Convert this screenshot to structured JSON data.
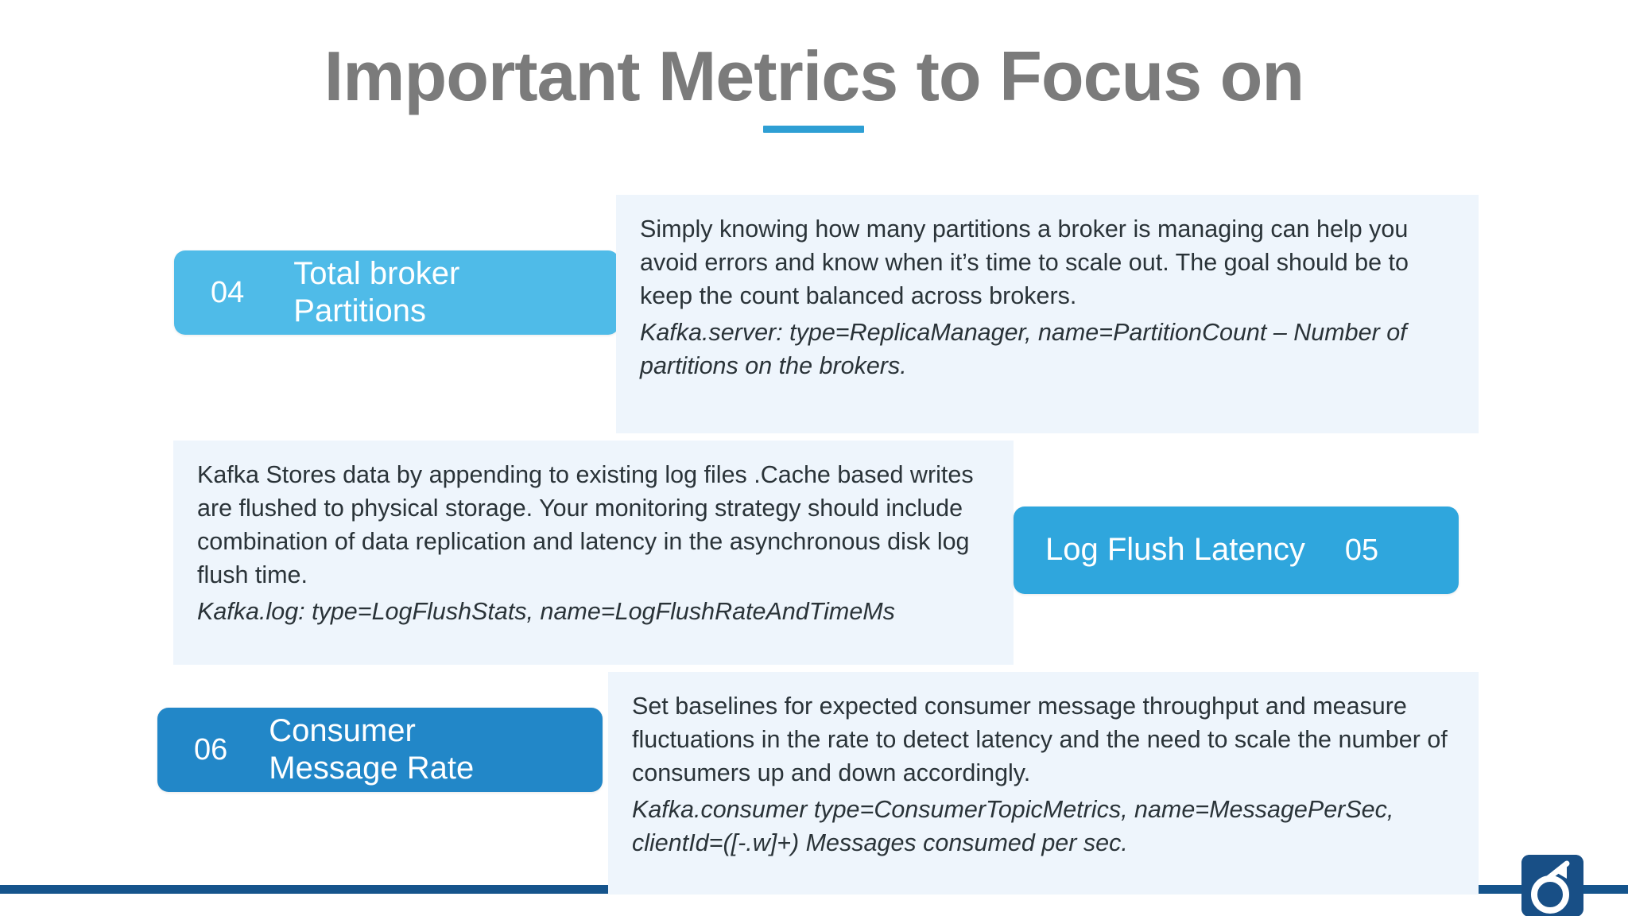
{
  "slide": {
    "title": "Important Metrics to Focus on",
    "accent_blue": "#2e9fd4",
    "panel_bg": "#eef5fc",
    "footer_color": "#15548c"
  },
  "items": [
    {
      "number": "04",
      "label": "Total broker\nPartitions",
      "pill_color": "#4fbbe8",
      "body": "Simply knowing how many partitions a broker is managing can help you avoid errors and know when it’s time to scale out. The goal should be to keep the count balanced across brokers.",
      "mbean": " Kafka.server: type=ReplicaManager, name=PartitionCount – Number of partitions on the brokers."
    },
    {
      "number": "05",
      "label": "Log Flush Latency",
      "pill_color": "#2fa6dd",
      "body": "Kafka Stores data by appending to existing log files .Cache based writes are flushed to physical storage. Your monitoring strategy should include combination of data replication and latency in the asynchronous disk log flush time.",
      "mbean": " Kafka.log: type=LogFlushStats, name=LogFlushRateAndTimeMs"
    },
    {
      "number": "06",
      "label": "Consumer\nMessage Rate",
      "pill_color": "#2287c8",
      "body": "Set baselines for expected consumer message throughput and measure fluctuations in the rate to detect latency and the need to scale the number of consumers up and down accordingly.",
      "mbean": " Kafka.consumer type=ConsumerTopicMetrics, name=MessagePerSec, clientId=([-.w]+) Messages consumed per sec."
    }
  ],
  "footer": {
    "logo_name": "brand-logo-icon"
  }
}
